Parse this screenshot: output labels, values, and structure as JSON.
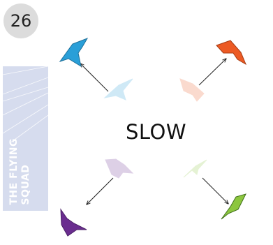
{
  "page_number": "26",
  "banner": {
    "line1": "THE FLYING",
    "line2": "SQUAD"
  },
  "center_label": "SLOW",
  "colors": {
    "top_left": "#2a9fd8",
    "top_right": "#ec5a24",
    "bottom_left": "#6a2d8f",
    "bottom_right": "#8cc63e",
    "arrow": "#222222",
    "banner": "#d6dcee"
  },
  "icons": [
    "kite-icon",
    "arrow-icon"
  ]
}
